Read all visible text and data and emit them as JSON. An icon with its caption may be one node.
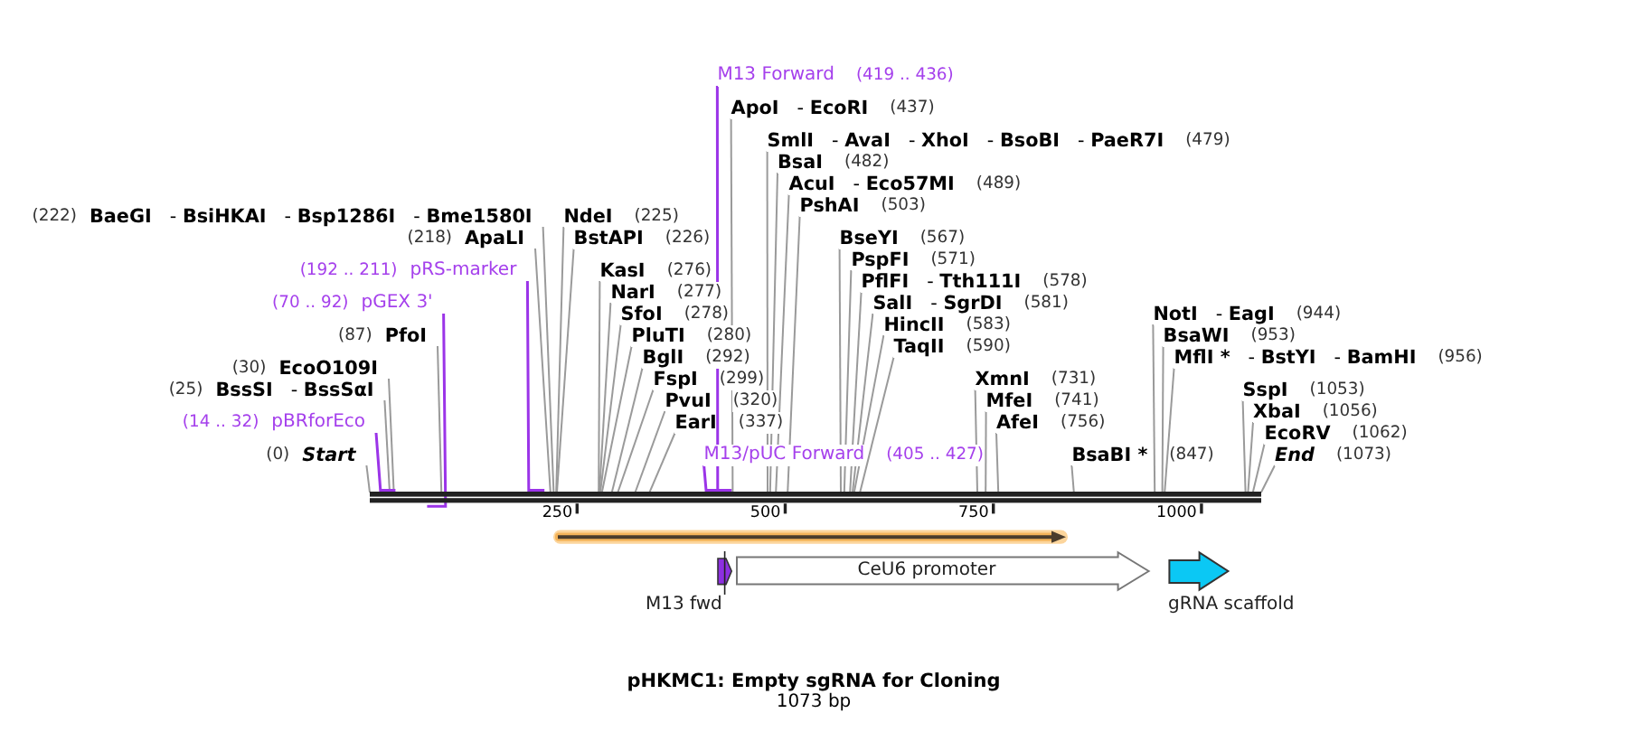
{
  "diagram": {
    "title": "pHKMC1: Empty sgRNA for Cloning",
    "nodes": [
      {
        "text": [
          "M13 Forward",
          "(419 .. 436)"
        ]
      },
      {
        "text": [
          "ApoI",
          "- **EcoRI**",
          "(437)"
        ]
      },
      {
        "text": [
          "SmlI",
          "- **AvaI**",
          "- **XhoI**",
          "- **BsoBI**",
          "- **PaeR7I**",
          "(479)"
        ]
      },
      {
        "text": [
          "BsaI",
          "(482)"
        ]
      },
      {
        "text": [
          "AcuI",
          "- **Eco57MI**",
          "(489)"
        ]
      },
      {
        "text": [
          "PshAI",
          "(503)"
        ]
      },
      {
        "text": [
          "(222)",
          "BaeGI",
          "- **BsiHKAI**",
          "- **Bsp1286I**",
          "- **Bme1580I**"
        ]
      },
      {
        "text": [
          "NdeI",
          "(225)"
        ]
      },
      {
        "text": [
          "(218)",
          "ApaLI"
        ]
      },
      {
        "text": [
          "BstAPI",
          "(226)"
        ]
      },
      {
        "text": [
          "BseYI",
          "(567)"
        ]
      },
      {
        "text": [
          "PspFI",
          "(571)"
        ]
      },
      {
        "text": [
          "(192 .. 211)",
          "pRS-marker"
        ]
      },
      {
        "text": [
          "KasI",
          "(276)"
        ]
      },
      {
        "text": [
          "PflFI",
          "- **Tth111I**",
          "(578)"
        ]
      },
      {
        "text": [
          "NarI",
          "(277)"
        ]
      },
      {
        "text": [
          "(70 .. 92)",
          "pGEX 3'"
        ]
      },
      {
        "text": [
          "SalI",
          "- **SgrDI**",
          "(581)"
        ]
      },
      {
        "text": [
          "SfoI",
          "(278)"
        ]
      },
      {
        "text": [
          "NotI",
          "- **EagI**",
          "(944)"
        ]
      },
      {
        "text": [
          "HincII",
          "(583)"
        ]
      },
      {
        "text": [
          "(87)",
          "PfoI"
        ]
      },
      {
        "text": [
          "PluTI",
          "(280)"
        ]
      },
      {
        "text": [
          "BsaWI",
          "(953)"
        ]
      },
      {
        "text": [
          "TaqII",
          "(590)"
        ]
      },
      {
        "text": [
          "BglI",
          "(292)"
        ]
      },
      {
        "text": [
          "MflI *",
          "- **BstYI**",
          "- **BamHI**",
          "(956)"
        ]
      },
      {
        "text": [
          "(30)",
          "EcoO109I"
        ]
      },
      {
        "text": [
          "FspI",
          "(299)"
        ]
      },
      {
        "text": [
          "XmnI",
          "(731)"
        ]
      },
      {
        "text": [
          "(25)",
          "BssSI",
          "- **BssSαI**"
        ]
      },
      {
        "text": [
          "SspI",
          "(1053)"
        ]
      },
      {
        "text": [
          "PvuI",
          "(320)"
        ]
      },
      {
        "text": [
          "MfeI",
          "(741)"
        ]
      },
      {
        "text": [
          "XbaI",
          "(1056)"
        ]
      },
      {
        "text": [
          "(14 .. 32)",
          "pBRforEco"
        ]
      },
      {
        "text": [
          "EarI",
          "(337)"
        ]
      },
      {
        "text": [
          "AfeI",
          "(756)"
        ]
      },
      {
        "text": [
          "EcoRV",
          "(1062)"
        ]
      },
      {
        "text": [
          "(0)",
          "Start"
        ]
      },
      {
        "text": [
          "M13/pUC Forward",
          "(405 .. 427)"
        ]
      },
      {
        "text": [
          "BsaBI *",
          "(847)"
        ]
      },
      {
        "text": [
          "End",
          "(1073)"
        ]
      },
      {
        "text": [
          "M13 fwd"
        ]
      },
      {
        "text": [
          "CeU6 promoter"
        ]
      },
      {
        "text": [
          "gRNA scaffold"
        ]
      },
      {
        "text": [],
        "shape": "bar"
      }
    ],
    "edges": [
      {
        "from": 0,
        "to": 46,
        "arrow": "none",
        "color": "#9b34e8"
      },
      {
        "from": 1,
        "to": 46,
        "arrow": "none"
      },
      {
        "from": 2,
        "to": 46,
        "arrow": "none"
      },
      {
        "from": 3,
        "to": 46,
        "arrow": "none"
      },
      {
        "from": 4,
        "to": 46,
        "arrow": "none"
      },
      {
        "from": 5,
        "to": 46,
        "arrow": "none"
      },
      {
        "from": 6,
        "to": 46,
        "arrow": "none"
      },
      {
        "from": 7,
        "to": 46,
        "arrow": "none"
      },
      {
        "from": 8,
        "to": 46,
        "arrow": "none"
      },
      {
        "from": 9,
        "to": 46,
        "arrow": "none"
      },
      {
        "from": 10,
        "to": 46,
        "arrow": "none"
      },
      {
        "from": 11,
        "to": 46,
        "arrow": "none"
      },
      {
        "from": 12,
        "to": 46,
        "arrow": "none",
        "color": "#9b34e8"
      },
      {
        "from": 13,
        "to": 46,
        "arrow": "none"
      },
      {
        "from": 14,
        "to": 46,
        "arrow": "none"
      },
      {
        "from": 15,
        "to": 46,
        "arrow": "none"
      },
      {
        "from": 16,
        "to": 46,
        "arrow": "none",
        "color": "#9b34e8"
      },
      {
        "from": 17,
        "to": 46,
        "arrow": "none"
      },
      {
        "from": 18,
        "to": 46,
        "arrow": "none"
      },
      {
        "from": 19,
        "to": 46,
        "arrow": "none"
      },
      {
        "from": 20,
        "to": 46,
        "arrow": "none"
      },
      {
        "from": 21,
        "to": 46,
        "arrow": "none"
      },
      {
        "from": 22,
        "to": 46,
        "arrow": "none"
      },
      {
        "from": 23,
        "to": 46,
        "arrow": "none"
      },
      {
        "from": 24,
        "to": 46,
        "arrow": "none"
      },
      {
        "from": 25,
        "to": 46,
        "arrow": "none"
      },
      {
        "from": 26,
        "to": 46,
        "arrow": "none"
      },
      {
        "from": 27,
        "to": 46,
        "arrow": "none"
      },
      {
        "from": 28,
        "to": 46,
        "arrow": "none"
      },
      {
        "from": 29,
        "to": 46,
        "arrow": "none"
      },
      {
        "from": 30,
        "to": 46,
        "arrow": "none"
      },
      {
        "from": 31,
        "to": 46,
        "arrow": "none"
      },
      {
        "from": 32,
        "to": 46,
        "arrow": "none"
      },
      {
        "from": 33,
        "to": 46,
        "arrow": "none"
      },
      {
        "from": 34,
        "to": 46,
        "arrow": "none"
      },
      {
        "from": 35,
        "to": 46,
        "arrow": "none",
        "color": "#9b34e8"
      },
      {
        "from": 36,
        "to": 46,
        "arrow": "none"
      },
      {
        "from": 37,
        "to": 46,
        "arrow": "none"
      },
      {
        "from": 38,
        "to": 46,
        "arrow": "none"
      },
      {
        "from": 39,
        "to": 46,
        "arrow": "none"
      },
      {
        "from": 40,
        "to": 46,
        "arrow": "none",
        "color": "#9b34e8"
      },
      {
        "from": 41,
        "to": 46,
        "arrow": "none"
      },
      {
        "from": 42,
        "to": 46,
        "arrow": "none"
      }
    ],
    "labels": [
      "250",
      "500",
      "750",
      "1000",
      "1073 bp"
    ]
  }
}
